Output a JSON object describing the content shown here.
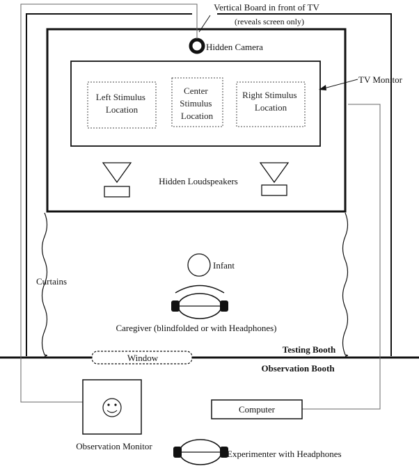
{
  "board_label": {
    "line1": "Vertical Board in front of TV",
    "line2": "(reveals screen only)"
  },
  "camera_label": "Hidden Camera",
  "tv_label": "TV Monitor",
  "stimulus": {
    "left": [
      "Left Stimulus",
      "Location"
    ],
    "center": [
      "Center",
      "Stimulus",
      "Location"
    ],
    "right": [
      "Right Stimulus",
      "Location"
    ]
  },
  "speakers_label": "Hidden Loudspeakers",
  "curtains_label": "Curtains",
  "infant_label": "Infant",
  "caregiver_label": "Caregiver (blindfolded or with Headphones)",
  "testing_booth_label": "Testing Booth",
  "observation_booth_label": "Observation Booth",
  "window_label": "Window",
  "computer_label": "Computer",
  "monitor_label": "Observation Monitor",
  "experimenter_label": "Experimenter with Headphones",
  "colors": {
    "ink": "#111111",
    "wire": "#666666"
  }
}
